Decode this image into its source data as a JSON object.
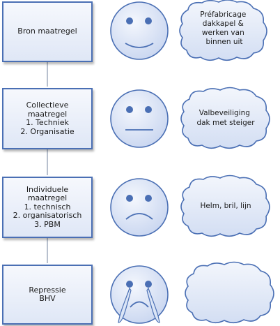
{
  "colors": {
    "box_border": "#4a6fb4",
    "box_fill": "#e8eefa",
    "connector": "#9aa5b8",
    "face_fill": "#dbe5f6",
    "face_stroke": "#4a6fb4",
    "cloud_fill": "#e2eaf8",
    "cloud_stroke": "#4a6fb4"
  },
  "rows": [
    {
      "box_label": "Bron maatregel",
      "face": "happy-face-icon",
      "cloud_lines": [
        "Préfabricage",
        "dakkapel &",
        "werken van",
        "binnen uit"
      ]
    },
    {
      "box_label": "Collectieve\nmaatregel\n1. Techniek\n2. Organisatie",
      "face": "neutral-face-icon",
      "cloud_lines": [
        "Valbeveiliging",
        "dak met steiger"
      ]
    },
    {
      "box_label": "Individuele\nmaatregel\n1. technisch\n2. organisatorisch\n3. PBM",
      "face": "sad-face-icon",
      "cloud_lines": [
        "Helm, bril, lijn"
      ]
    },
    {
      "box_label": "Repressie\nBHV",
      "face": "crying-face-icon",
      "cloud_lines": []
    }
  ]
}
